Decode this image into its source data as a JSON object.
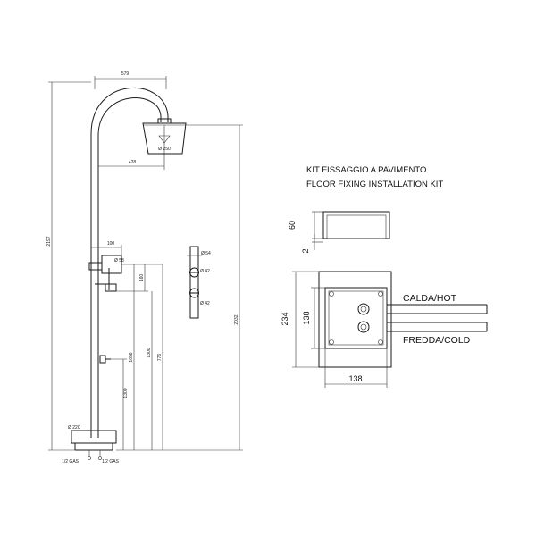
{
  "kit": {
    "title_it": "KIT FISSAGGIO A PAVIMENTO",
    "title_en": "FLOOR FIXING INSTALLATION KIT"
  },
  "box_side": {
    "height": "60",
    "offset": "2"
  },
  "box_plan": {
    "height": "234",
    "inner": "138",
    "width": "138",
    "hot": "CALDA/HOT",
    "cold": "FREDDA/COLD"
  },
  "shower": {
    "reach": "579",
    "total_height": "2197",
    "head_dia": "Ø 250",
    "arm": "428",
    "mixer_width": "100",
    "mixer_depth": "Ø 58",
    "handle_height": "160",
    "height_a": "1058",
    "height_b": "776",
    "height_c": "1300",
    "side_height": "2032",
    "base": "Ø 220",
    "knob": "Ø 54",
    "knob_a": "Ø 42",
    "knob_b": "Ø 42",
    "hot_gas": "1/2 GAS",
    "cold_gas": "1/2 GAS"
  }
}
